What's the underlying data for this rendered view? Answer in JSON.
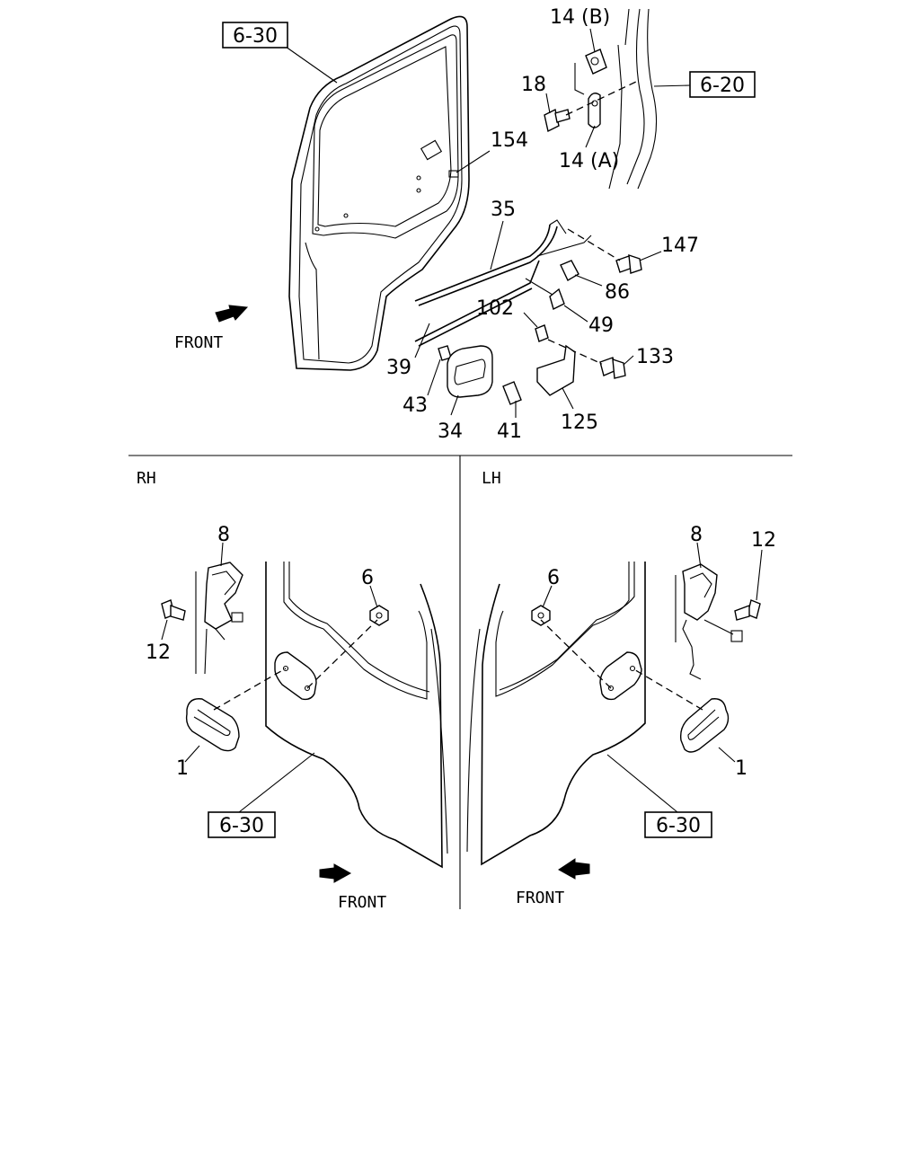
{
  "refs": {
    "door_top": "6-30",
    "cab_top": "6-20",
    "door_rh": "6-30",
    "door_lh": "6-30"
  },
  "parts_top": {
    "p14b": "14 (B)",
    "p18": "18",
    "p14a": "14 (A)",
    "p154": "154",
    "p35": "35",
    "p147": "147",
    "p86": "86",
    "p102": "102",
    "p49": "49",
    "p133": "133",
    "p39": "39",
    "p43": "43",
    "p34": "34",
    "p41": "41",
    "p125": "125"
  },
  "rh": {
    "title": "RH",
    "p8": "8",
    "p6": "6",
    "p12": "12",
    "p1": "1"
  },
  "lh": {
    "title": "LH",
    "p8": "8",
    "p12": "12",
    "p6": "6",
    "p1": "1"
  },
  "front_labels": {
    "top": "FRONT",
    "rh": "FRONT",
    "lh": "FRONT"
  }
}
